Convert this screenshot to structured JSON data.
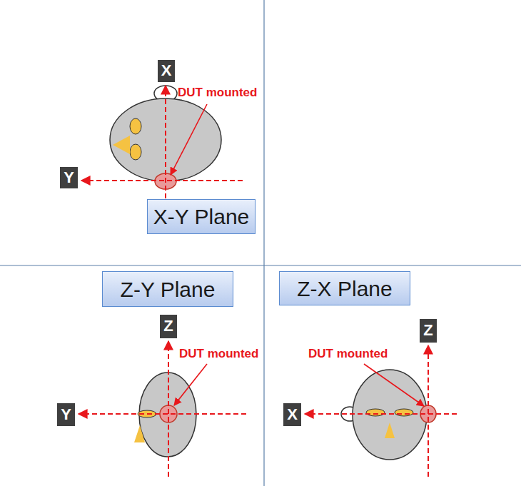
{
  "diagram": {
    "nodes": [
      {
        "text": [
          "X"
        ]
      },
      {
        "text": [
          "Y"
        ]
      },
      {
        "text": [
          "X-Y Plane"
        ]
      },
      {
        "text": [
          "Z-Y Plane"
        ]
      },
      {
        "text": [
          "Z-X Plane"
        ]
      },
      {
        "text": [
          "Z"
        ]
      },
      {
        "text": [
          "Y"
        ]
      },
      {
        "text": [
          "Z"
        ]
      },
      {
        "text": [
          "X"
        ]
      }
    ],
    "labels": [
      "DUT mounted",
      "DUT mounted",
      "DUT mounted"
    ]
  }
}
